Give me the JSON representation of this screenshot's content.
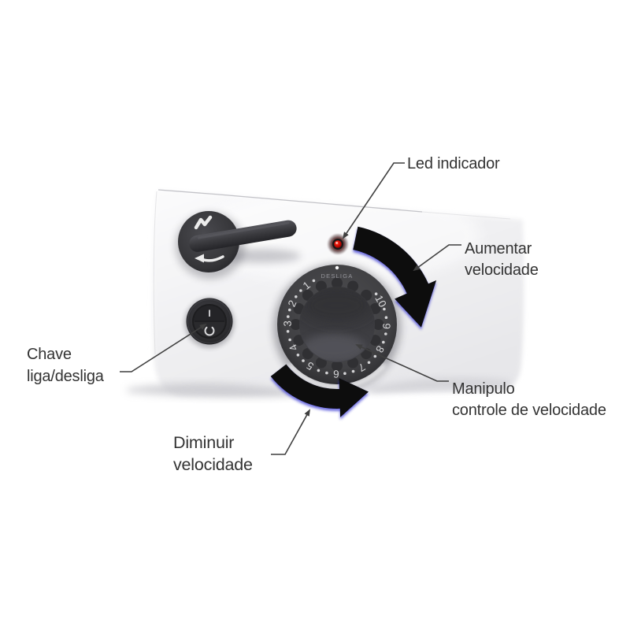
{
  "figure": {
    "type": "annotated-control-panel-diagram",
    "labels": {
      "led": "Led indicador",
      "increase": {
        "line1": "Aumentar",
        "line2": "velocidade"
      },
      "power_switch": {
        "line1": "Chave",
        "line2": "liga/desliga"
      },
      "knob": {
        "line1": "Manipulo",
        "line2": "controle de velocidade"
      },
      "decrease": {
        "line1": "Diminuir",
        "line2": "velocidade"
      }
    },
    "knob": {
      "off_label": "DESLIGA",
      "numbers": [
        "1",
        "2",
        "3",
        "4",
        "5",
        "6",
        "7",
        "8",
        "9",
        "10"
      ]
    },
    "switch": {
      "on_symbol": "I"
    },
    "colors": {
      "background": "#ffffff",
      "panel": "#ededef",
      "control_dark": "#3a3a3d",
      "led_red": "#e01408",
      "arrow_black": "#0b0b0d",
      "arrow_blue_fringe": "#2424cf",
      "label_text": "#333333",
      "dial_text": "#d6d6d8"
    }
  }
}
